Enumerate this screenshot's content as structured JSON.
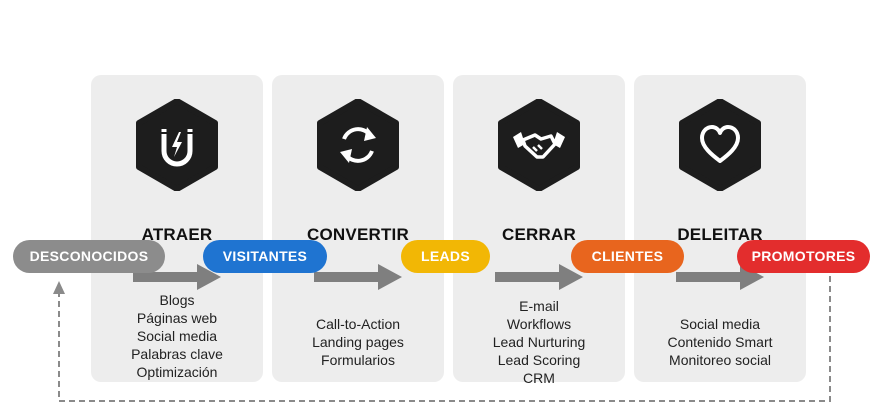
{
  "stages": [
    {
      "title": "ATRAER",
      "icon": "magnet-icon",
      "items": [
        "Blogs",
        "Páginas web",
        "Social media",
        "Palabras clave",
        "Optimización"
      ]
    },
    {
      "title": "CONVERTIR",
      "icon": "cycle-arrows-icon",
      "items": [
        "Call-to-Action",
        "Landing pages",
        "Formularios"
      ]
    },
    {
      "title": "CERRAR",
      "icon": "handshake-icon",
      "items": [
        "E-mail",
        "Workflows",
        "Lead Nurturing",
        "Lead Scoring",
        "CRM"
      ]
    },
    {
      "title": "DELEITAR",
      "icon": "heart-icon",
      "items": [
        "Social media",
        "Contenido Smart",
        "Monitoreo social"
      ]
    }
  ],
  "pills": [
    {
      "label": "DESCONOCIDOS",
      "color": "#8c8c8c"
    },
    {
      "label": "VISITANTES",
      "color": "#1f74d1"
    },
    {
      "label": "LEADS",
      "color": "#f2b705"
    },
    {
      "label": "CLIENTES",
      "color": "#e8651e"
    },
    {
      "label": "PROMOTORES",
      "color": "#e32d2d"
    }
  ],
  "colors": {
    "card_background": "#ededed",
    "hexagon": "#1d1d1d",
    "arrow": "#7f7f7f",
    "loop_line": "#8a8a8a"
  }
}
